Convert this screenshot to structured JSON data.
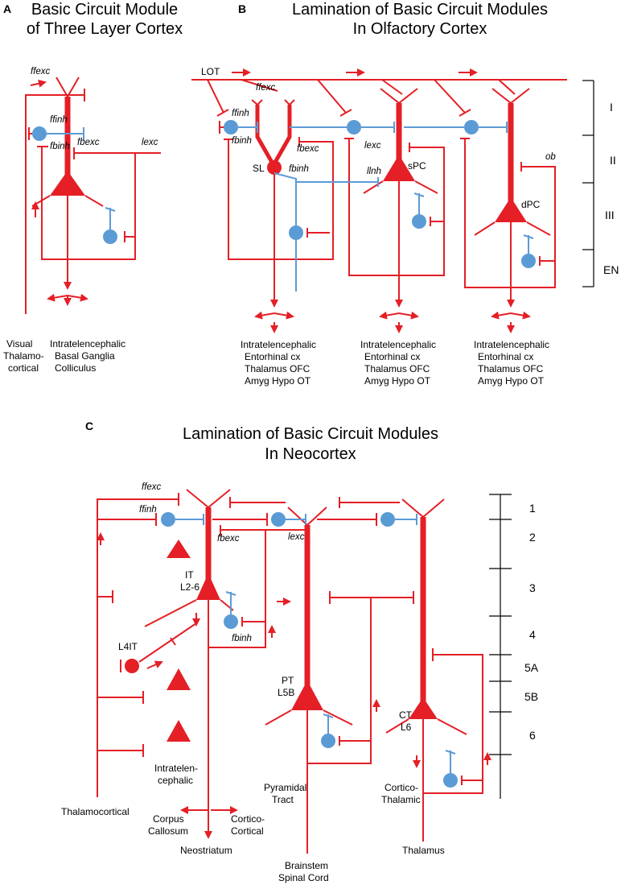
{
  "colors": {
    "excitatory": "#e41f26",
    "inhibitory": "#5b9bd5",
    "scale": "#000000"
  },
  "panel_a": {
    "letter": "A",
    "title_lines": [
      "Basic Circuit Module",
      "of Three Layer Cortex"
    ],
    "labels": {
      "ffexc": "ffexc",
      "ffinh": "ffinh",
      "fbinh": "fbinh",
      "fbexc": "fbexc",
      "lexc": "lexc"
    },
    "input_lines": [
      "Visual",
      "Thalamo-",
      "cortical"
    ],
    "output_lines": [
      "Intratelencephalic",
      "Basal Ganglia",
      "Colliculus"
    ]
  },
  "panel_b": {
    "letter": "B",
    "title_lines": [
      "Lamination of Basic Circuit Modules",
      "In Olfactory Cortex"
    ],
    "labels": {
      "lot": "LOT",
      "ffexc": "ffexc",
      "ffinh": "ffinh",
      "fbinh1": "fbinh",
      "fbexc": "fbexc",
      "fbinh2": "fbinh",
      "lexc": "lexc",
      "llnh": "llnh",
      "ob": "ob",
      "sl": "SL",
      "spc": "sPC",
      "dpc": "dPC"
    },
    "layers": [
      "I",
      "II",
      "III",
      "EN"
    ],
    "outputs": [
      [
        "Intratelencephalic",
        "Entorhinal cx",
        "Thalamus OFC",
        "Amyg Hypo OT"
      ],
      [
        "Intratelencephalic",
        "Entorhinal cx",
        "Thalamus OFC",
        "Amyg Hypo OT"
      ],
      [
        "Intratelencephalic",
        "Entorhinal cx",
        "Thalamus OFC",
        "Amyg Hypo OT"
      ]
    ]
  },
  "panel_c": {
    "letter": "C",
    "title_lines": [
      "Lamination of Basic Circuit Modules",
      "In Neocortex"
    ],
    "labels": {
      "ffexc": "ffexc",
      "ffinh": "ffinh",
      "fbexc": "fbexc",
      "lexc": "lexc",
      "fbinh": "fbinh",
      "it1": "IT",
      "it2": "L2-6",
      "l4it": "L4IT",
      "pt1": "PT",
      "pt2": "L5B",
      "ct1": "CT",
      "ct2": "L6"
    },
    "layers": [
      "1",
      "2",
      "3",
      "4",
      "5A",
      "5B",
      "6"
    ],
    "thalamocortical": "Thalamocortical",
    "it_output_lines": [
      "Intratelen-",
      "cephalic"
    ],
    "corpus_lines": [
      "Corpus",
      "Callosum"
    ],
    "cortico_lines": [
      "Cortico-",
      "Cortical"
    ],
    "neostriatum": "Neostriatum",
    "pyramidal_lines": [
      "Pyramidal",
      "Tract"
    ],
    "brainstem_lines": [
      "Brainstem",
      "Spinal Cord"
    ],
    "corticothalamic_lines": [
      "Cortico-",
      "Thalamic"
    ],
    "thalamus": "Thalamus"
  }
}
